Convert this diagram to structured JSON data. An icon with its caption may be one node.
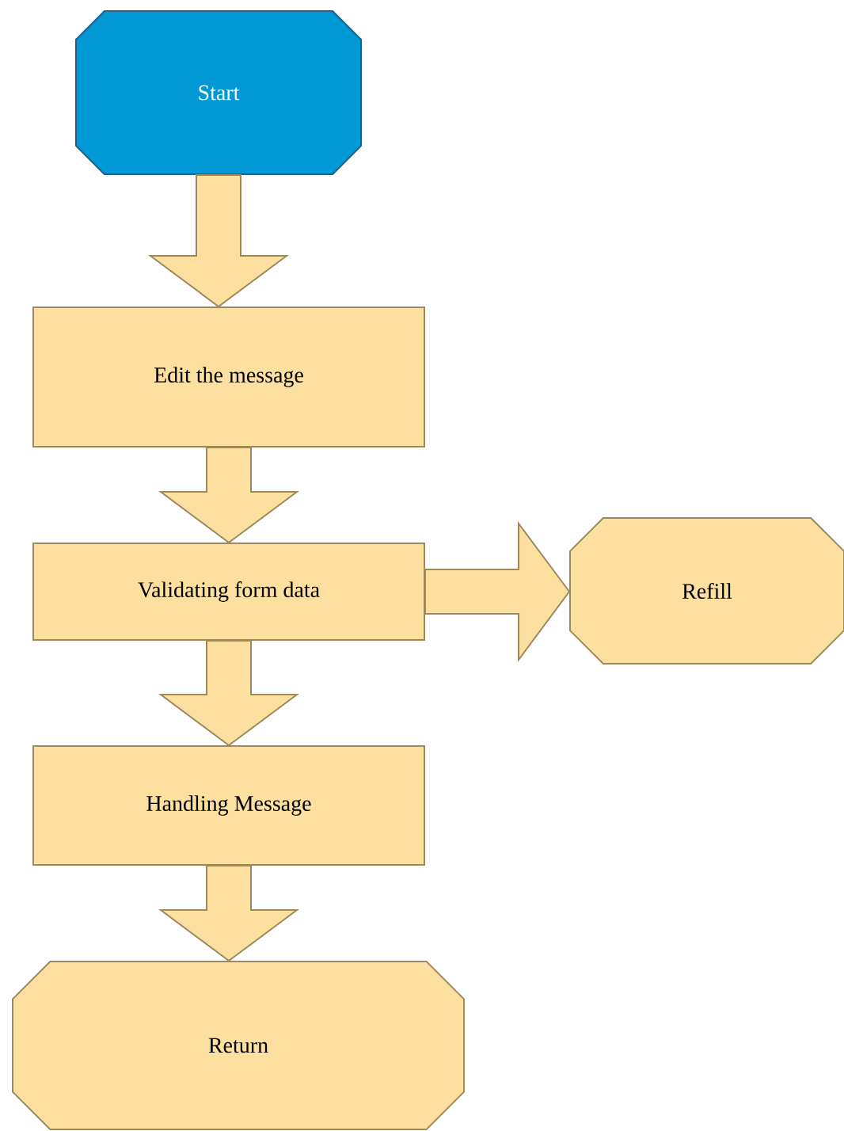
{
  "diagram": {
    "nodes": [
      {
        "text": [
          "Start"
        ]
      },
      {
        "text": [
          "Edit the message"
        ]
      },
      {
        "text": [
          "Validating form data"
        ]
      },
      {
        "text": [
          "Refill"
        ]
      },
      {
        "text": [
          "Handling Message"
        ]
      },
      {
        "text": [
          "Return"
        ]
      }
    ],
    "edges": [
      {
        "from": 0,
        "to": 1,
        "arrow": "to"
      },
      {
        "from": 1,
        "to": 2,
        "arrow": "to"
      },
      {
        "from": 2,
        "to": 3,
        "arrow": "to"
      },
      {
        "from": 2,
        "to": 4,
        "arrow": "to"
      },
      {
        "from": 4,
        "to": 5,
        "arrow": "to"
      }
    ]
  }
}
